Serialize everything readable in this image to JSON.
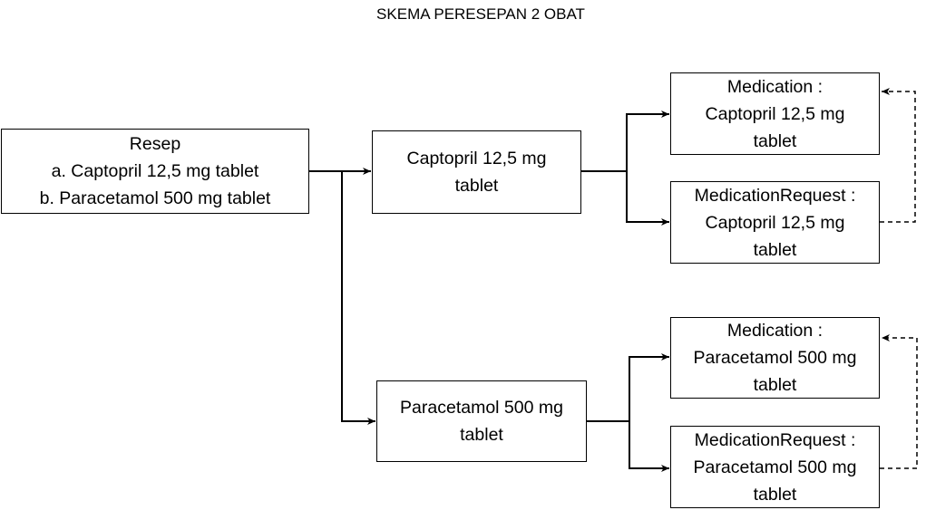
{
  "title": "SKEMA PERESEPAN 2 OBAT",
  "nodes": {
    "resep": "Resep\na. Captopril 12,5 mg tablet\nb. Paracetamol 500 mg tablet",
    "captopril": "Captopril 12,5 mg\ntablet",
    "paracetamol": "Paracetamol 500 mg\ntablet",
    "medication_captopril": "Medication :\nCaptopril 12,5 mg\ntablet",
    "medication_request_captopril": "MedicationRequest :\nCaptopril 12,5 mg\ntablet",
    "medication_paracetamol": "Medication :\nParacetamol 500 mg\ntablet",
    "medication_request_paracetamol": "MedicationRequest :\nParacetamol 500 mg\ntablet"
  },
  "colors": {
    "line": "#000000",
    "box_border": "#000000",
    "background": "#ffffff"
  }
}
